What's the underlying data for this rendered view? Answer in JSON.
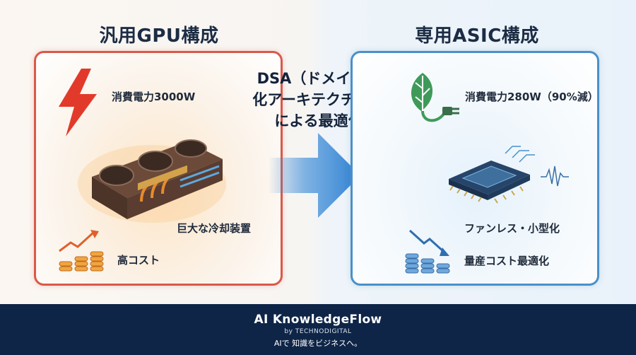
{
  "left": {
    "heading": "汎用GPU構成",
    "power_label": "消費電力3000W",
    "cooling_label": "巨大な冷却装置",
    "cost_label": "高コスト",
    "accent_color": "#d9594a"
  },
  "center": {
    "line1": "DSA（ドメイン特",
    "line2": "化アーキテクチャ）",
    "line3": "による最適化",
    "arrow_color": "#2f7fd0"
  },
  "right": {
    "heading": "専用ASIC構成",
    "power_label": "消費電力280W（90%減）",
    "size_label": "ファンレス・小型化",
    "cost_label": "量産コスト最適化",
    "accent_color": "#4a90c9"
  },
  "footer": {
    "brand": "AI KnowledgeFlow",
    "by": "by TECHNODIGITAL",
    "tagline": "AIで 知識をビジネスへ。"
  },
  "icons": [
    "lightning-icon",
    "gpu-card-icon",
    "rising-cost-icon",
    "leaf-plug-icon",
    "chip-icon",
    "falling-cost-icon"
  ]
}
